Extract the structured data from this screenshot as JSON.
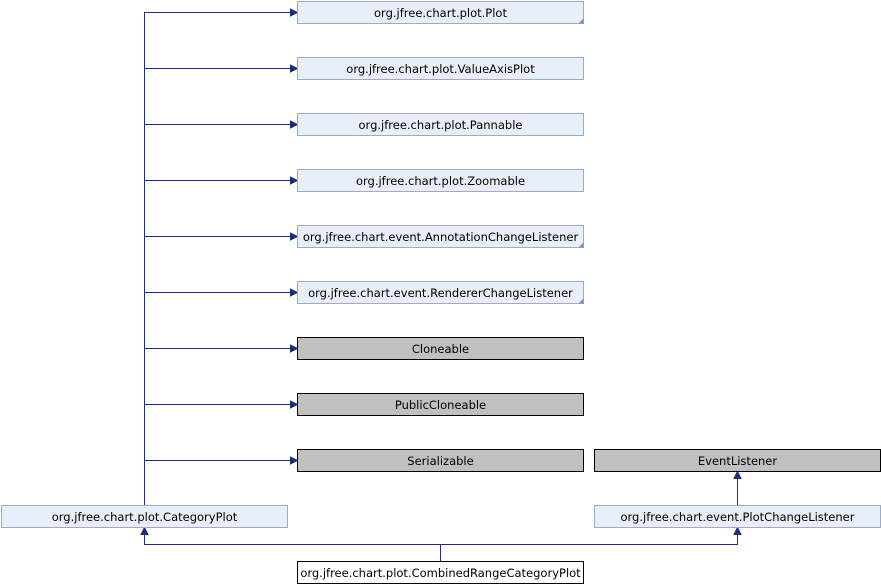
{
  "nodes": {
    "plot": {
      "label": "org.jfree.chart.plot.Plot",
      "style": "linked",
      "folded": true
    },
    "value_axis_plot": {
      "label": "org.jfree.chart.plot.ValueAxisPlot",
      "style": "linked",
      "folded": false
    },
    "pannable": {
      "label": "org.jfree.chart.plot.Pannable",
      "style": "linked",
      "folded": false
    },
    "zoomable": {
      "label": "org.jfree.chart.plot.Zoomable",
      "style": "linked",
      "folded": false
    },
    "annotation_change_listener": {
      "label": "org.jfree.chart.event.AnnotationChangeListener",
      "style": "linked",
      "folded": true
    },
    "renderer_change_listener": {
      "label": "org.jfree.chart.event.RendererChangeListener",
      "style": "linked",
      "folded": true
    },
    "cloneable": {
      "label": "Cloneable",
      "style": "external",
      "folded": false
    },
    "public_cloneable": {
      "label": "PublicCloneable",
      "style": "external",
      "folded": false
    },
    "serializable": {
      "label": "Serializable",
      "style": "external",
      "folded": false
    },
    "event_listener": {
      "label": "EventListener",
      "style": "external",
      "folded": false
    },
    "category_plot": {
      "label": "org.jfree.chart.plot.CategoryPlot",
      "style": "linked",
      "folded": false
    },
    "plot_change_listener": {
      "label": "org.jfree.chart.event.PlotChangeListener",
      "style": "linked",
      "folded": false
    },
    "combined_range_category_plot": {
      "label": "org.jfree.chart.plot.CombinedRangeCategoryPlot",
      "style": "main",
      "folded": false
    }
  },
  "edges": [
    {
      "from": "category_plot",
      "to": "plot"
    },
    {
      "from": "category_plot",
      "to": "value_axis_plot"
    },
    {
      "from": "category_plot",
      "to": "pannable"
    },
    {
      "from": "category_plot",
      "to": "zoomable"
    },
    {
      "from": "category_plot",
      "to": "annotation_change_listener"
    },
    {
      "from": "category_plot",
      "to": "renderer_change_listener"
    },
    {
      "from": "category_plot",
      "to": "cloneable"
    },
    {
      "from": "category_plot",
      "to": "public_cloneable"
    },
    {
      "from": "category_plot",
      "to": "serializable"
    },
    {
      "from": "plot_change_listener",
      "to": "event_listener"
    },
    {
      "from": "combined_range_category_plot",
      "to": "category_plot"
    },
    {
      "from": "combined_range_category_plot",
      "to": "plot_change_listener"
    }
  ]
}
